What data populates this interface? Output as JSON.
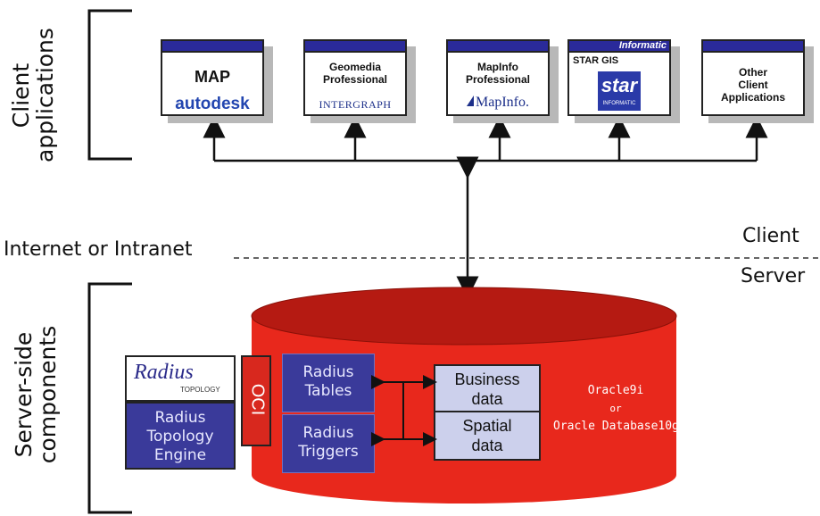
{
  "labels": {
    "client_applications": [
      "Client",
      "applications"
    ],
    "server_side_components": [
      "Server-side",
      "components"
    ],
    "internet": "Internet or Intranet",
    "client": "Client",
    "server": "Server"
  },
  "apps": [
    {
      "id": "map",
      "title": "MAP",
      "logo": "autodesk"
    },
    {
      "id": "geomedia",
      "title_lines": [
        "Geomedia",
        "Professional"
      ],
      "logo": "INTERGRAPH"
    },
    {
      "id": "mapinfo",
      "title_lines": [
        "MapInfo",
        "Professional"
      ],
      "logo": "MapInfo."
    },
    {
      "id": "stargis",
      "bar": "Informatic",
      "title": "STAR GIS",
      "logo": "star",
      "logo_sub": "INFORMATIC"
    },
    {
      "id": "other",
      "title_lines": [
        "Other",
        "Client",
        "Applications"
      ]
    }
  ],
  "server": {
    "radius_logo": "Radius",
    "radius_logo_sub": "TOPOLOGY",
    "engine": [
      "Radius",
      "Topology",
      "Engine"
    ],
    "oci": "OCI",
    "tables": [
      "Radius",
      "Tables"
    ],
    "triggers": [
      "Radius",
      "Triggers"
    ],
    "business": [
      "Business",
      "data"
    ],
    "spatial": [
      "Spatial",
      "data"
    ],
    "oracle": [
      "Oracle9i",
      "or",
      "Oracle Database10g"
    ]
  },
  "colors": {
    "db_red": "#e8281c",
    "db_dark_red": "#b51a12",
    "blue_box": "#3a3a9a",
    "light_box": "#ccd0ec",
    "title_bar": "#2a2a9a"
  }
}
